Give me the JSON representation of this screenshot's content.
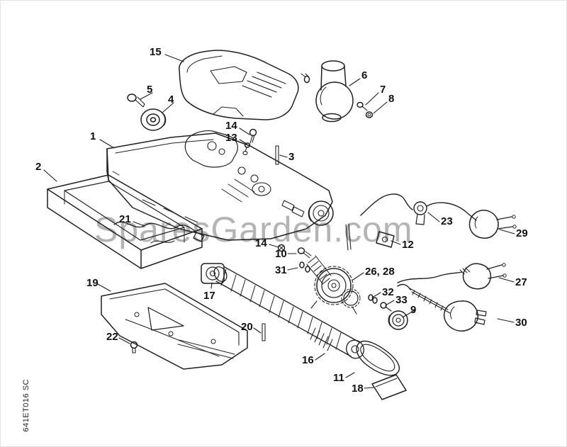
{
  "page": {
    "watermark": "SparesGarden.com",
    "doc_code": "641ET016 SC"
  },
  "callouts": [
    {
      "text": "15"
    },
    {
      "text": "5"
    },
    {
      "text": "4"
    },
    {
      "text": "6"
    },
    {
      "text": "7"
    },
    {
      "text": "8"
    },
    {
      "text": "1"
    },
    {
      "text": "14"
    },
    {
      "text": "13"
    },
    {
      "text": "3"
    },
    {
      "text": "2"
    },
    {
      "text": "21"
    },
    {
      "text": "23"
    },
    {
      "text": "29"
    },
    {
      "text": "12"
    },
    {
      "text": "14"
    },
    {
      "text": "10"
    },
    {
      "text": "31"
    },
    {
      "text": "26, 28"
    },
    {
      "text": "32"
    },
    {
      "text": "33"
    },
    {
      "text": "9"
    },
    {
      "text": "27"
    },
    {
      "text": "30"
    },
    {
      "text": "19"
    },
    {
      "text": "17"
    },
    {
      "text": "22"
    },
    {
      "text": "20"
    },
    {
      "text": "16"
    },
    {
      "text": "11"
    },
    {
      "text": "18"
    }
  ]
}
